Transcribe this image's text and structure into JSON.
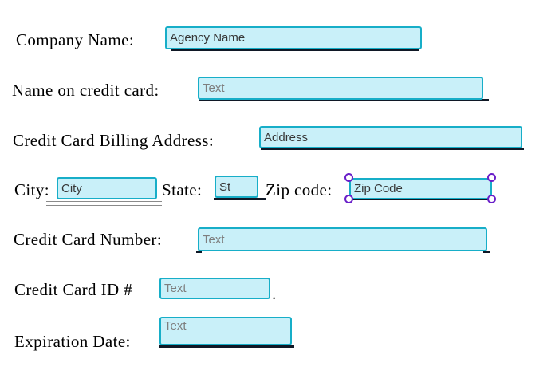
{
  "colors": {
    "field_border": "#17AEC8",
    "field_fill": "#C9F0F9",
    "value_text": "#373737",
    "placeholder_text": "#7E7E7E",
    "label_text": "#000000",
    "underline_dark": "#101826",
    "underline_gray": "#8A8A8A",
    "handle_border": "#6A1FC9",
    "handle_fill": "#FFFFFF"
  },
  "form": {
    "fields": [
      {
        "id": "company-name",
        "label": "Company Name:",
        "value": "Agency Name"
      },
      {
        "id": "name-on-card",
        "label": "Name on credit card:",
        "placeholder": "Text"
      },
      {
        "id": "billing-address",
        "label": "Credit Card Billing Address:",
        "value": "Address"
      },
      {
        "id": "city",
        "label": "City:",
        "value": "City"
      },
      {
        "id": "state",
        "label": "State:",
        "value": "St"
      },
      {
        "id": "zip",
        "label": "Zip code:",
        "value": "Zip Code",
        "selected": true
      },
      {
        "id": "card-number",
        "label": "Credit Card Number:",
        "placeholder": "Text"
      },
      {
        "id": "card-id",
        "label": "Credit Card ID #",
        "placeholder": "Text",
        "suffix": "."
      },
      {
        "id": "expiration",
        "label": "Expiration Date:",
        "placeholder": "Text"
      }
    ]
  }
}
